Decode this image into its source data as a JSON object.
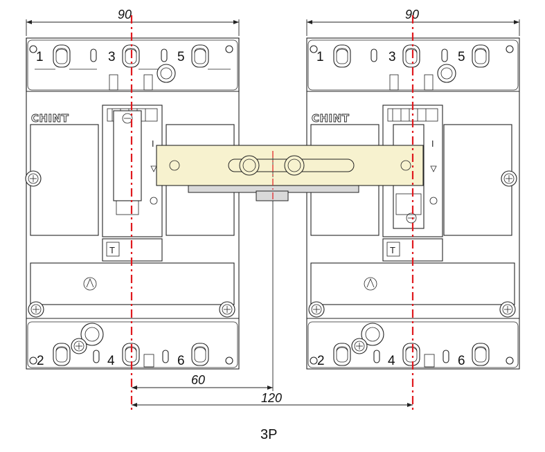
{
  "drawing": {
    "dimensions": {
      "left_width": "90",
      "right_width": "90",
      "offset": "60",
      "spacing": "120"
    },
    "terminals_top": [
      "1",
      "3",
      "5"
    ],
    "terminals_bottom": [
      "2",
      "4",
      "6"
    ],
    "brand": "CHINT",
    "trip_button": "T",
    "on_mark": "I",
    "caption": "3P"
  },
  "colors": {
    "centerline": "#e0191e",
    "interlock_plate": "#f7f2cf",
    "line": "#222222"
  }
}
